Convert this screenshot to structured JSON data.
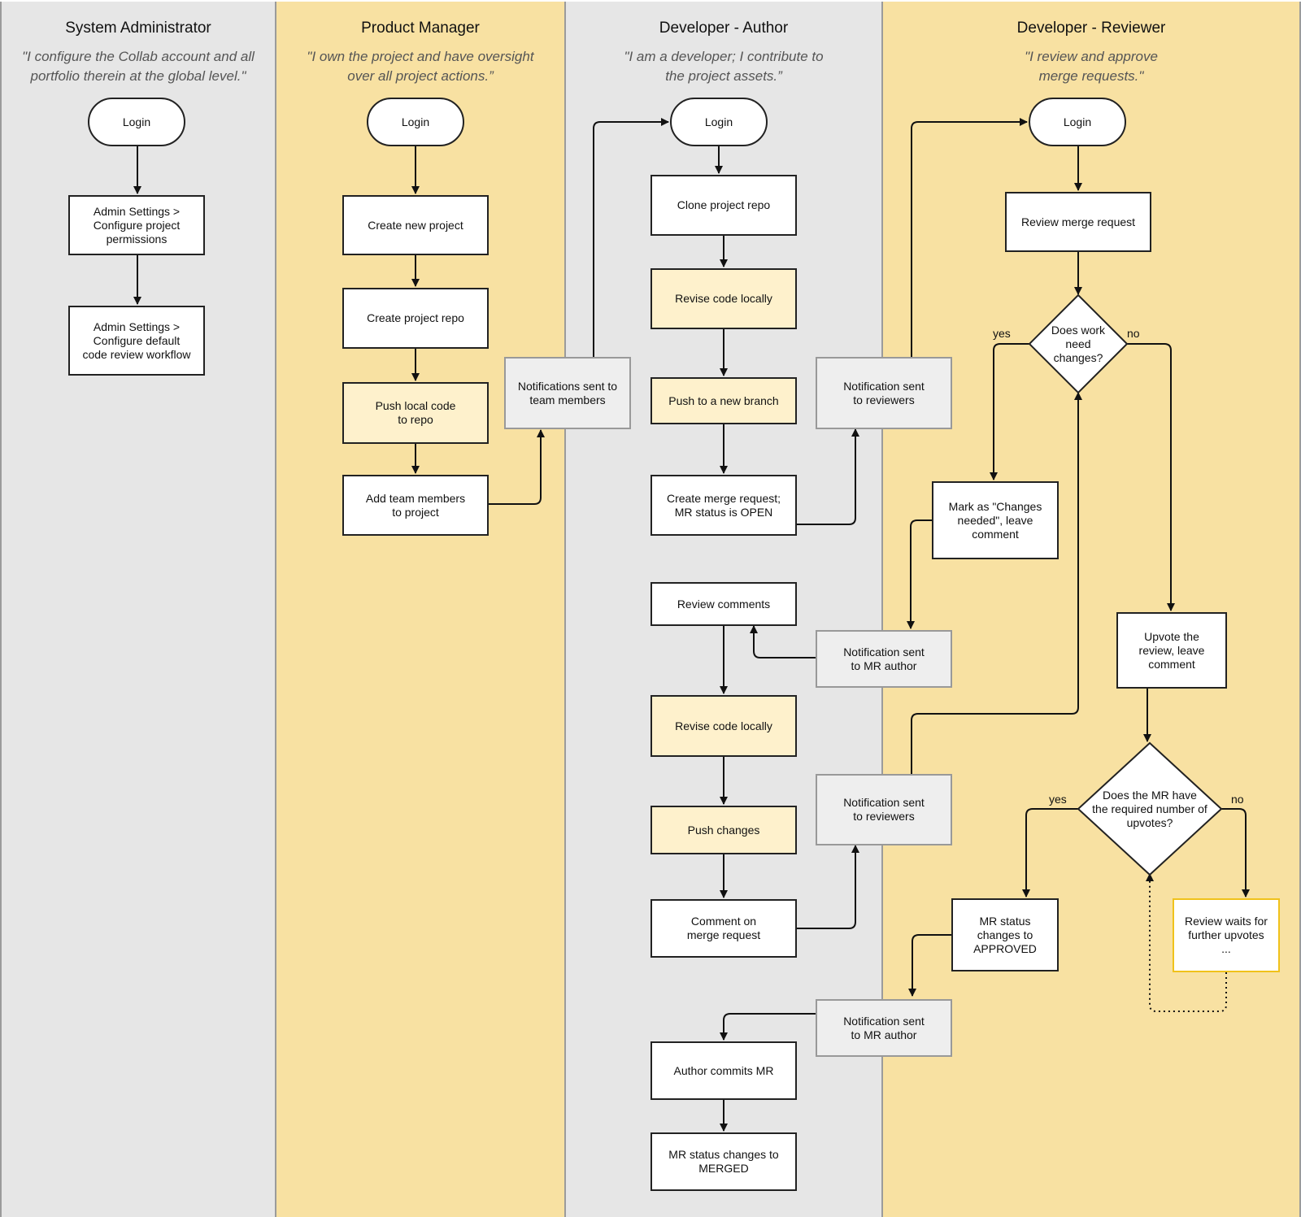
{
  "lanes": {
    "sysadmin": {
      "title": "System Administrator",
      "quote": [
        "\"I configure the Collab account and all",
        "portfolio therein at the global level.\""
      ]
    },
    "pm": {
      "title": "Product Manager",
      "quote": [
        "\"I own the project and have oversight",
        "over all project actions.”"
      ]
    },
    "author": {
      "title": "Developer - Author",
      "quote": [
        "\"I am a developer; I contribute to",
        "the project assets.”"
      ]
    },
    "reviewer": {
      "title": "Developer - Reviewer",
      "quote": [
        "\"I review and approve",
        "merge requests.\""
      ]
    }
  },
  "nodes": {
    "sa_login": [
      "Login"
    ],
    "sa_permissions": [
      "Admin Settings >",
      "Configure project",
      "permissions"
    ],
    "sa_workflow": [
      "Admin Settings >",
      "Configure default",
      "code review workflow"
    ],
    "pm_login": [
      "Login"
    ],
    "pm_new_project": [
      "Create new project"
    ],
    "pm_repo": [
      "Create project repo"
    ],
    "pm_push": [
      "Push local code",
      "to repo"
    ],
    "pm_add_members": [
      "Add team members",
      "to project"
    ],
    "pm_notify": [
      "Notifications sent to",
      "team members"
    ],
    "au_login": [
      "Login"
    ],
    "au_clone": [
      "Clone project repo"
    ],
    "au_revise1": [
      "Revise code locally"
    ],
    "au_push_branch": [
      "Push to a new branch"
    ],
    "au_create_mr": [
      "Create merge request;",
      "MR status is OPEN"
    ],
    "au_review_comments": [
      "Review comments"
    ],
    "au_revise2": [
      "Revise code locally"
    ],
    "au_push_changes": [
      "Push changes"
    ],
    "au_comment_mr": [
      "Comment on",
      "merge request"
    ],
    "au_commits": [
      "Author commits MR"
    ],
    "au_merged": [
      "MR status changes to",
      "MERGED"
    ],
    "n_reviewers1": [
      "Notification sent",
      "to reviewers"
    ],
    "n_author1": [
      "Notification sent",
      "to MR author"
    ],
    "n_reviewers2": [
      "Notification sent",
      "to reviewers"
    ],
    "n_author2": [
      "Notification sent",
      "to MR author"
    ],
    "rv_login": [
      "Login"
    ],
    "rv_review_mr": [
      "Review merge request"
    ],
    "rv_changes_q": [
      "Does work",
      "need",
      "changes?"
    ],
    "rv_mark_changes": [
      "Mark as \"Changes",
      "needed\", leave",
      "comment"
    ],
    "rv_upvote": [
      "Upvote the",
      "review, leave",
      "comment"
    ],
    "rv_upvotes_q": [
      "Does the MR have",
      "the required number of",
      "upvotes?"
    ],
    "rv_approved": [
      "MR status",
      "changes to",
      "APPROVED"
    ],
    "rv_wait": [
      "Review waits for",
      "further upvotes",
      "..."
    ]
  },
  "edge_labels": {
    "changes_yes": "yes",
    "changes_no": "no",
    "upvotes_yes": "yes",
    "upvotes_no": "no"
  },
  "colors": {
    "lane_gray": "#e6e6e6",
    "lane_yellow": "#f8e1a2",
    "box_cream": "#fef1cc",
    "notification_gray": "#eeeeee",
    "wait_border": "#f0c21b"
  }
}
